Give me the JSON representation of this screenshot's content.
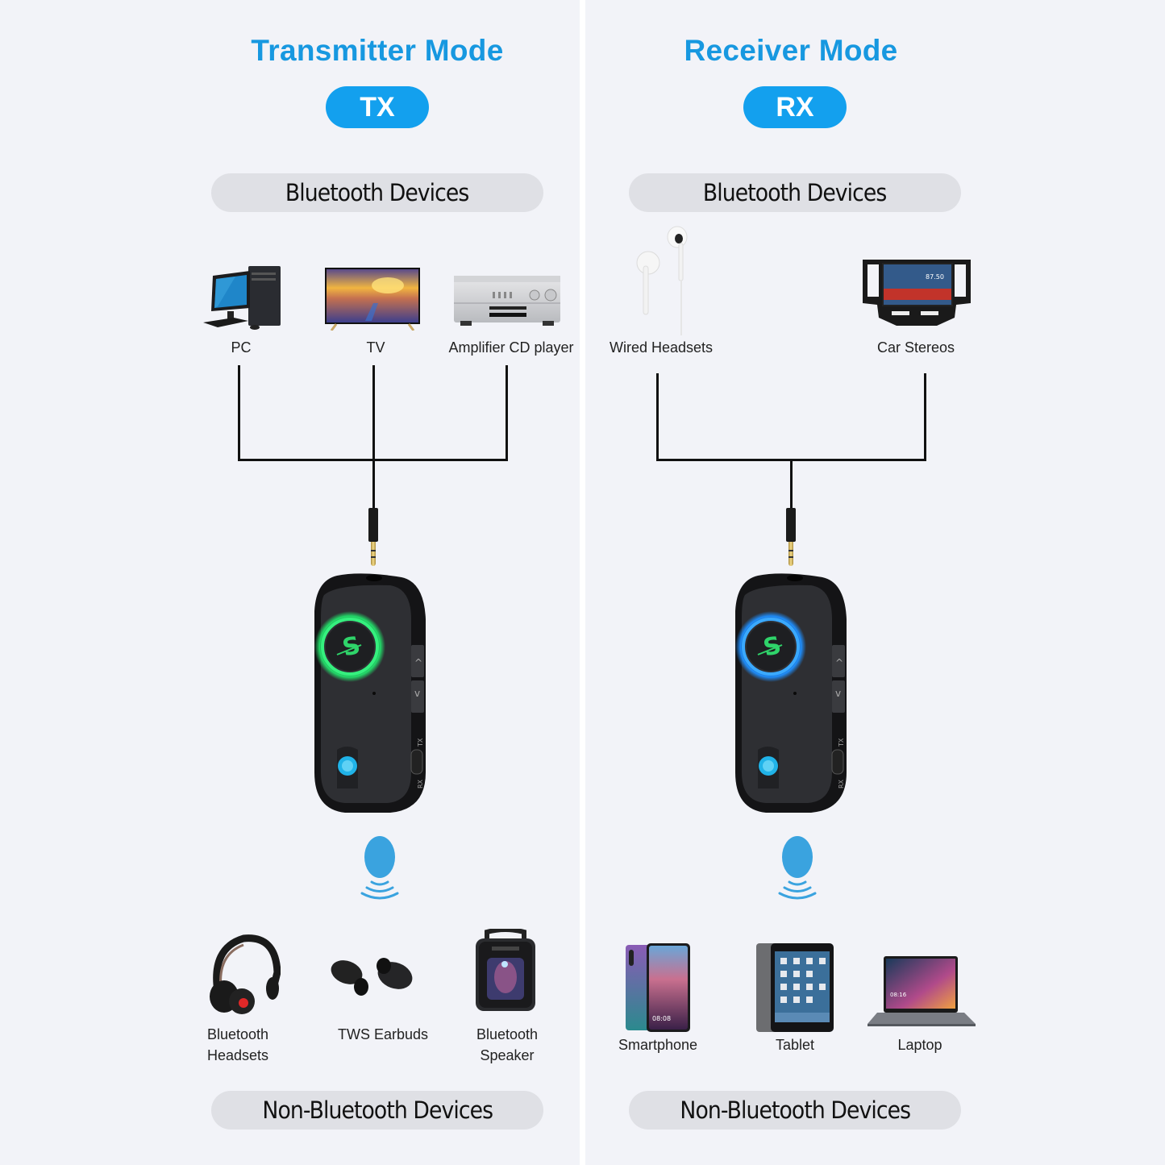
{
  "colors": {
    "accent": "#1798e0",
    "badge": "#13a0ee",
    "pill_bg": "#dfe0e5",
    "background": "#f2f3f8",
    "tx_ring": "#22e06a",
    "rx_ring": "#1e8fff"
  },
  "transmitter": {
    "title": "Transmitter Mode",
    "badge": "TX",
    "top_pill": "Bluetooth Devices",
    "sources": [
      {
        "label": "PC",
        "icon": "pc-icon"
      },
      {
        "label": "TV",
        "icon": "tv-icon"
      },
      {
        "label": "Amplifier CD player",
        "icon": "amplifier-icon"
      }
    ],
    "device_icon": "bluetooth-adapter-icon",
    "touch_icon": "touch-signal-icon",
    "targets": [
      {
        "label_line1": "Bluetooth",
        "label_line2": "Headsets",
        "icon": "headphones-icon"
      },
      {
        "label_line1": "TWS Earbuds",
        "label_line2": "",
        "icon": "earbuds-icon"
      },
      {
        "label_line1": "Bluetooth",
        "label_line2": "Speaker",
        "icon": "speaker-icon"
      }
    ],
    "bottom_pill": "Non-Bluetooth Devices"
  },
  "receiver": {
    "title": "Receiver Mode",
    "badge": "RX",
    "top_pill": "Bluetooth Devices",
    "sources": [
      {
        "label": "Wired Headsets",
        "icon": "wired-earphones-icon"
      },
      {
        "label": "Car Stereos",
        "icon": "car-stereo-icon"
      }
    ],
    "device_icon": "bluetooth-adapter-icon",
    "touch_icon": "touch-signal-icon",
    "targets": [
      {
        "label": "Smartphone",
        "icon": "smartphone-icon",
        "screen_time": "08:08"
      },
      {
        "label": "Tablet",
        "icon": "tablet-icon"
      },
      {
        "label": "Laptop",
        "icon": "laptop-icon",
        "screen_time": "08:16"
      }
    ],
    "bottom_pill": "Non-Bluetooth Devices"
  },
  "device": {
    "switch_top": "TX",
    "switch_bottom": "RX"
  },
  "car_stereo_display": "87.50"
}
